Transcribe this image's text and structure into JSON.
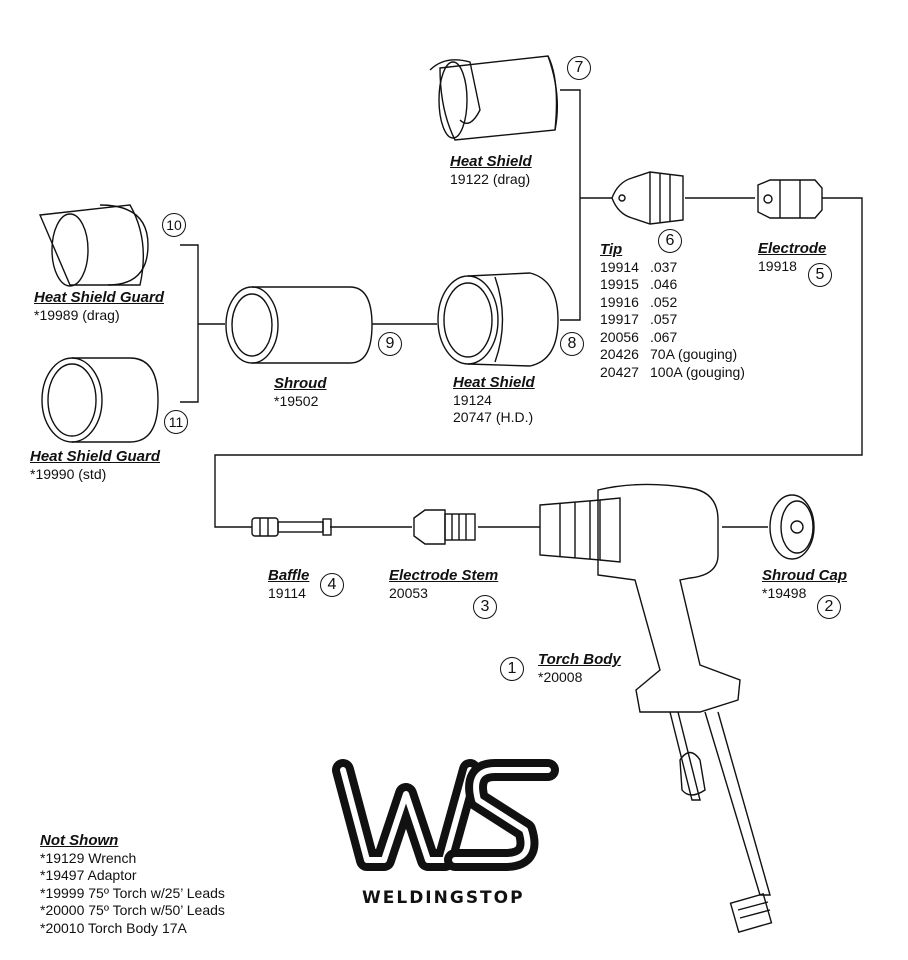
{
  "parts": {
    "heat_shield_drag": {
      "title": "Heat Shield",
      "lines": [
        "19122  (drag)"
      ],
      "number": "7"
    },
    "tip": {
      "title": "Tip",
      "number": "6",
      "rows": [
        {
          "pn": "19914",
          "desc": ".037"
        },
        {
          "pn": "19915",
          "desc": ".046"
        },
        {
          "pn": "19916",
          "desc": ".052"
        },
        {
          "pn": "19917",
          "desc": ".057"
        },
        {
          "pn": "20056",
          "desc": ".067"
        },
        {
          "pn": "20426",
          "desc": "70A (gouging)"
        },
        {
          "pn": "20427",
          "desc": "100A (gouging)"
        }
      ]
    },
    "electrode": {
      "title": "Electrode",
      "lines": [
        "19918"
      ],
      "number": "5"
    },
    "heat_shield_guard_drag": {
      "title": "Heat Shield Guard",
      "lines": [
        "*19989  (drag)"
      ],
      "number": "10"
    },
    "heat_shield_guard_std": {
      "title": "Heat Shield Guard",
      "lines": [
        "*19990  (std)"
      ],
      "number": "11"
    },
    "shroud": {
      "title": "Shroud",
      "lines": [
        "*19502"
      ],
      "number": "9"
    },
    "heat_shield": {
      "title": "Heat Shield",
      "lines": [
        "19124",
        "20747  (H.D.)"
      ],
      "number": "8"
    },
    "baffle": {
      "title": "Baffle",
      "lines": [
        "19114"
      ],
      "number": "4"
    },
    "electrode_stem": {
      "title": "Electrode Stem",
      "lines": [
        "20053"
      ],
      "number": "3"
    },
    "shroud_cap": {
      "title": "Shroud Cap",
      "lines": [
        "*19498"
      ],
      "number": "2"
    },
    "torch_body": {
      "title": "Torch Body",
      "lines": [
        "*20008"
      ],
      "number": "1"
    }
  },
  "not_shown": {
    "title": "Not Shown",
    "items": [
      "*19129  Wrench",
      "*19497  Adaptor",
      "*19999  75º Torch w/25’ Leads",
      "*20000  75º Torch w/50’ Leads",
      "*20010  Torch Body 17A"
    ]
  },
  "logo": {
    "monogram": "WS",
    "text": "WELDINGSTOP"
  }
}
